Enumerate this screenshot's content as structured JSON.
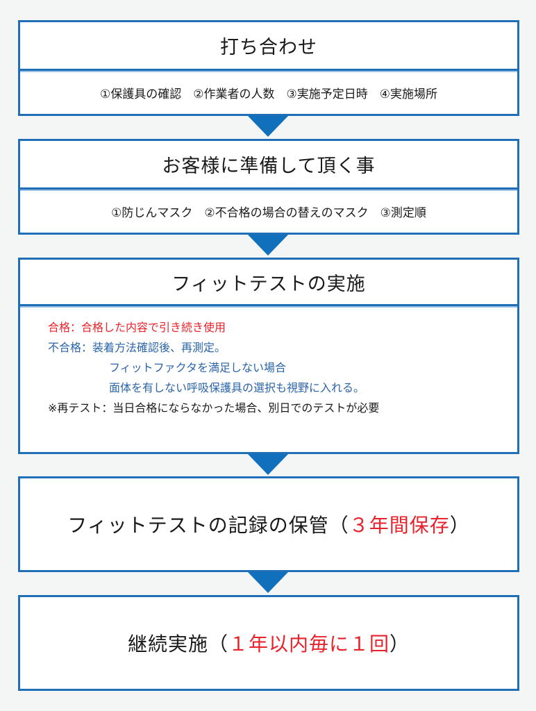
{
  "colors": {
    "border": "#1e6fb5",
    "arrow": "#1170bb",
    "highlight_red": "#e8222b",
    "text_blue": "#2a64a8",
    "background": "#f4f6f6"
  },
  "steps": [
    {
      "title": "打ち合わせ",
      "subtitle": "①保護具の確認　②作業者の人数　③実施予定日時　④実施場所"
    },
    {
      "title": "お客様に準備して頂く事",
      "subtitle": "①防じんマスク　②不合格の場合の替えのマスク　③測定順"
    },
    {
      "title": "フィットテストの実施",
      "details": [
        {
          "text": "合格：合格した内容で引き続き使用",
          "color": "red"
        },
        {
          "text": "不合格：装着方法確認後、再測定。",
          "color": "blue"
        },
        {
          "text": "フィットファクタを満足しない場合",
          "color": "blue",
          "indent": true
        },
        {
          "text": "面体を有しない呼吸保護具の選択も視野に入れる。",
          "color": "blue",
          "indent": true
        },
        {
          "text": "※再テスト：当日合格にならなかった場合、別日でのテストが必要",
          "color": "black"
        }
      ]
    },
    {
      "title_prefix": "フィットテストの記録の保管（",
      "title_highlight": "３年間保存",
      "title_suffix": "）"
    },
    {
      "title_prefix": "継続実施（",
      "title_highlight": "１年以内毎に１回",
      "title_suffix": "）"
    }
  ],
  "arrows": [
    "arrow-down",
    "arrow-down",
    "arrow-down",
    "arrow-down"
  ]
}
